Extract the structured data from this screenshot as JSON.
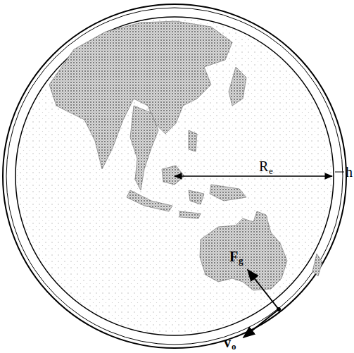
{
  "diagram": {
    "labels": [
      "R",
      "e",
      "h",
      "F",
      "g",
      "v",
      "o"
    ]
  }
}
